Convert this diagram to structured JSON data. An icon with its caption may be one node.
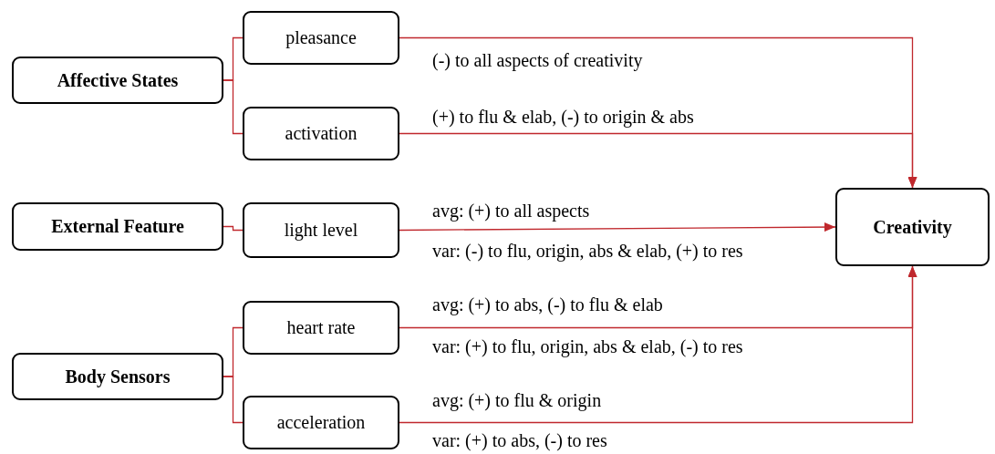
{
  "diagram": {
    "nodes": [
      {
        "text": [
          "Affective States"
        ]
      },
      {
        "text": [
          "pleasance"
        ]
      },
      {
        "text": [
          "activation"
        ]
      },
      {
        "text": [
          "External Feature"
        ]
      },
      {
        "text": [
          "light level"
        ]
      },
      {
        "text": [
          "Creativity"
        ]
      },
      {
        "text": [
          "Body Sensors"
        ]
      },
      {
        "text": [
          "heart rate"
        ]
      },
      {
        "text": [
          "acceleration"
        ]
      }
    ],
    "edges": [
      {
        "from": 0,
        "to": 1,
        "arrow": "none"
      },
      {
        "from": 0,
        "to": 2,
        "arrow": "none"
      },
      {
        "from": 3,
        "to": 4,
        "arrow": "none"
      },
      {
        "from": 6,
        "to": 7,
        "arrow": "none"
      },
      {
        "from": 6,
        "to": 8,
        "arrow": "none"
      },
      {
        "from": 1,
        "to": 5,
        "arrow": "to",
        "label": "(-) to all aspects of creativity"
      },
      {
        "from": 2,
        "to": 5,
        "arrow": "to",
        "label": "(+) to flu & elab, (-) to origin & abs"
      },
      {
        "from": 4,
        "to": 5,
        "arrow": "to",
        "label": "avg: (+) to all aspects"
      },
      {
        "from": 7,
        "to": 5,
        "arrow": "to",
        "label": "avg: (+) to abs, (-) to flu & elab"
      },
      {
        "from": 8,
        "to": 5,
        "arrow": "to",
        "label": "avg: (+) to flu & origin"
      }
    ],
    "labels": [
      "var: (-) to flu, origin, abs & elab, (+) to res",
      "var: (+) to flu, origin, abs & elab, (-) to res",
      "var: (+) to abs, (-) to res"
    ]
  }
}
